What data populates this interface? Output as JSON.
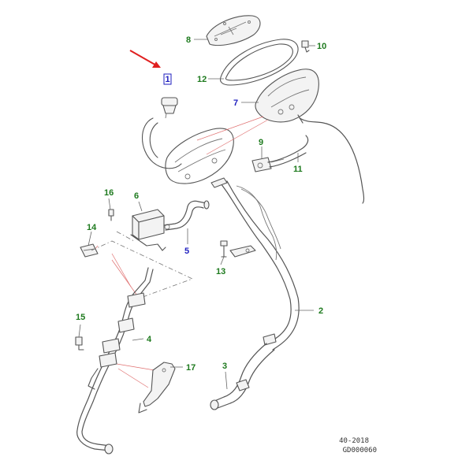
{
  "diagram": {
    "callouts": [
      {
        "id": "c1",
        "text": "1",
        "color": "#1f1fbf",
        "boxed": true
      },
      {
        "id": "c2",
        "text": "2",
        "color": "#1e7a1e"
      },
      {
        "id": "c3",
        "text": "3",
        "color": "#1e7a1e"
      },
      {
        "id": "c4",
        "text": "4",
        "color": "#1e7a1e"
      },
      {
        "id": "c5",
        "text": "5",
        "color": "#1f1fbf"
      },
      {
        "id": "c6",
        "text": "6",
        "color": "#1e7a1e"
      },
      {
        "id": "c7",
        "text": "7",
        "color": "#1f1fbf"
      },
      {
        "id": "c8",
        "text": "8",
        "color": "#1e7a1e"
      },
      {
        "id": "c9",
        "text": "9",
        "color": "#1e7a1e"
      },
      {
        "id": "c10",
        "text": "10",
        "color": "#1e7a1e"
      },
      {
        "id": "c11",
        "text": "11",
        "color": "#1e7a1e"
      },
      {
        "id": "c12",
        "text": "12",
        "color": "#1e7a1e"
      },
      {
        "id": "c13",
        "text": "13",
        "color": "#1e7a1e"
      },
      {
        "id": "c14",
        "text": "14",
        "color": "#1e7a1e"
      },
      {
        "id": "c15",
        "text": "15",
        "color": "#1e7a1e"
      },
      {
        "id": "c16",
        "text": "16",
        "color": "#1e7a1e"
      },
      {
        "id": "c17",
        "text": "17",
        "color": "#1e7a1e"
      }
    ],
    "pointer_arrow_color": "#e02020",
    "footer": {
      "section": "40-2018",
      "code": "GD000060"
    }
  }
}
